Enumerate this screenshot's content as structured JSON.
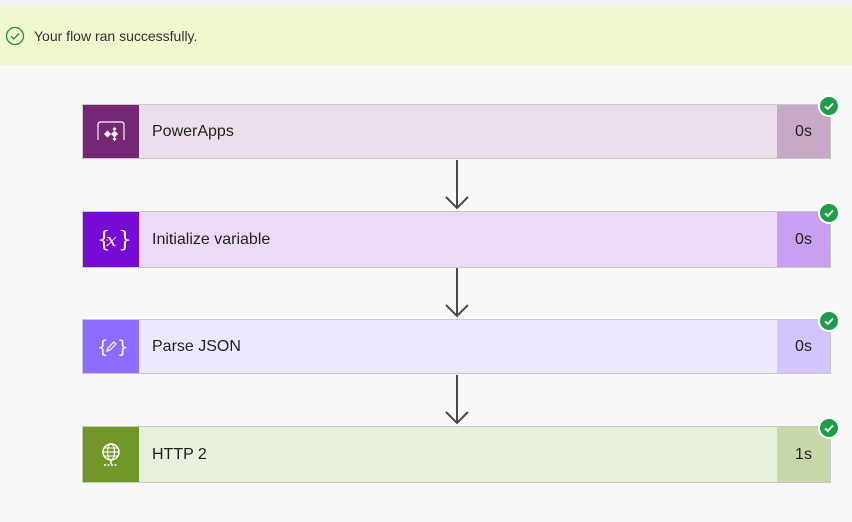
{
  "banner": {
    "message": "Your flow ran successfully.",
    "icon": "success-check-circle-icon",
    "background": "#f1f8cf"
  },
  "steps": [
    {
      "title": "PowerApps",
      "duration": "0s",
      "icon": "powerapps-icon",
      "status": "succeeded",
      "colors": {
        "icon_bg": "#742774",
        "body_bg": "#ebdfec",
        "duration_bg": "#c8a9c8"
      }
    },
    {
      "title": "Initialize variable",
      "duration": "0s",
      "icon": "variable-icon",
      "status": "succeeded",
      "colors": {
        "icon_bg": "#770bd6",
        "body_bg": "#ebdbf9",
        "duration_bg": "#c99ff2"
      }
    },
    {
      "title": "Parse JSON",
      "duration": "0s",
      "icon": "parse-json-icon",
      "status": "succeeded",
      "colors": {
        "icon_bg": "#8c6cff",
        "body_bg": "#ede8ff",
        "duration_bg": "#d1c4ff"
      }
    },
    {
      "title": "HTTP 2",
      "duration": "1s",
      "icon": "http-globe-icon",
      "status": "succeeded",
      "colors": {
        "icon_bg": "#709727",
        "body_bg": "#e8f0de",
        "duration_bg": "#c7d8a8"
      }
    }
  ],
  "status_color": "#1f9d48"
}
